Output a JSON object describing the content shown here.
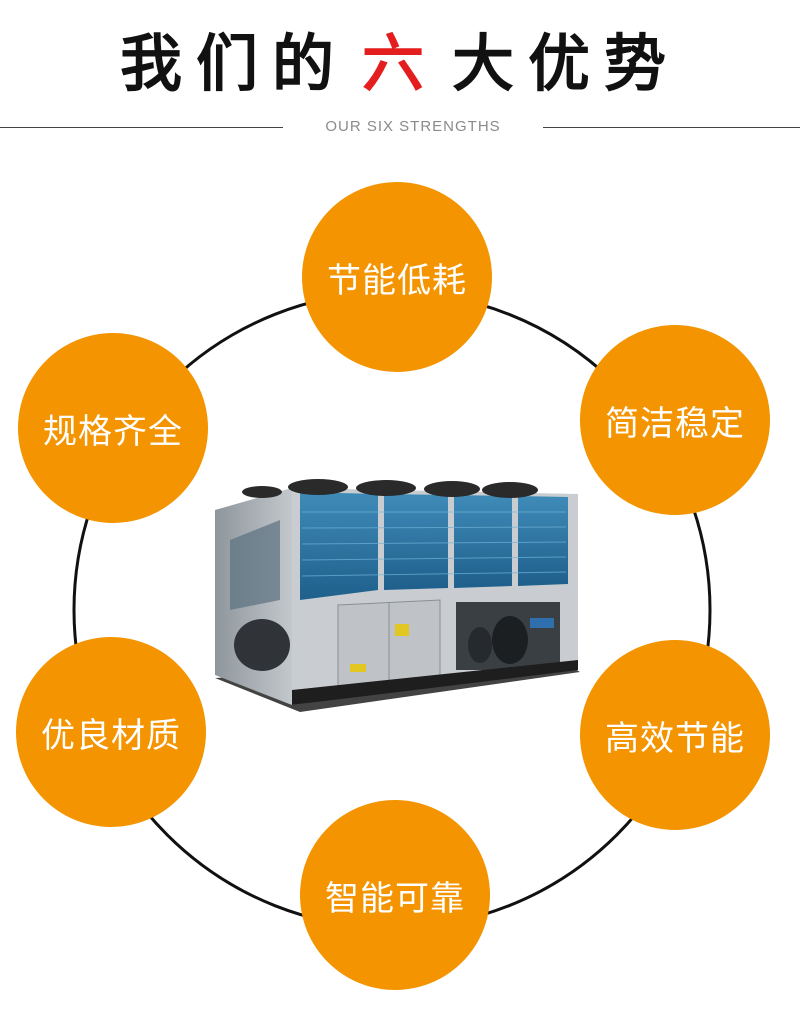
{
  "header": {
    "title_part1": "我们的",
    "title_accent": "六",
    "title_part2": "大优势",
    "subtitle": "OUR SIX STRENGTHS"
  },
  "strengths": [
    {
      "label": "节能低耗"
    },
    {
      "label": "简洁稳定"
    },
    {
      "label": "高效节能"
    },
    {
      "label": "智能可靠"
    },
    {
      "label": "优良材质"
    },
    {
      "label": "规格齐全"
    }
  ],
  "colors": {
    "badge": "#f39400",
    "accent": "#e41e1e",
    "ring": "#111111"
  }
}
